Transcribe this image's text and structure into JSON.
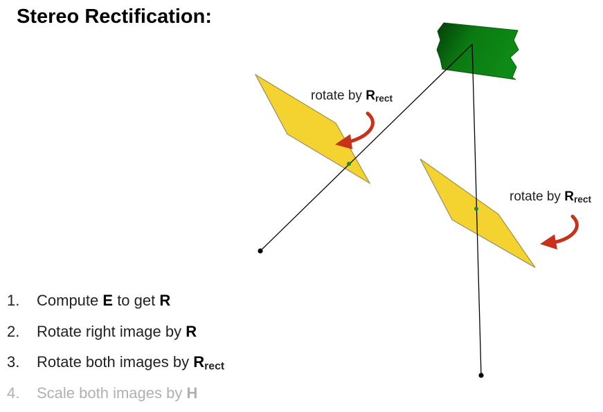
{
  "title": "Stereo Rectification:",
  "annotations": [
    {
      "prefix": "rotate by ",
      "symbol": "R",
      "subscript": "rect"
    },
    {
      "prefix": "rotate by ",
      "symbol": "R",
      "subscript": "rect"
    }
  ],
  "steps": [
    {
      "number": "1.",
      "parts": [
        {
          "text": "Compute ",
          "bold": false
        },
        {
          "text": "E",
          "bold": true
        },
        {
          "text": " to get ",
          "bold": false
        },
        {
          "text": "R",
          "bold": true
        }
      ]
    },
    {
      "number": "2.",
      "parts": [
        {
          "text": "Rotate right image by ",
          "bold": false
        },
        {
          "text": "R",
          "bold": true
        }
      ]
    },
    {
      "number": "3.",
      "parts": [
        {
          "text": "Rotate both images by ",
          "bold": false
        },
        {
          "text": "R",
          "bold": true,
          "subscript": "rect"
        }
      ]
    },
    {
      "number": "4.",
      "dim": true,
      "parts": [
        {
          "text": "Scale both images by ",
          "bold": false
        },
        {
          "text": "H",
          "bold": true
        }
      ]
    }
  ],
  "colors": {
    "image_plane_fill": "#f4d22f",
    "image_plane_stroke": "#9a8f5a",
    "arrow": "#c8311a",
    "object": "#0b7a12",
    "principal_point": "#1f8a3c",
    "ray": "#000000"
  },
  "icons": [
    "curved-arrow-icon",
    "curved-arrow-icon"
  ]
}
